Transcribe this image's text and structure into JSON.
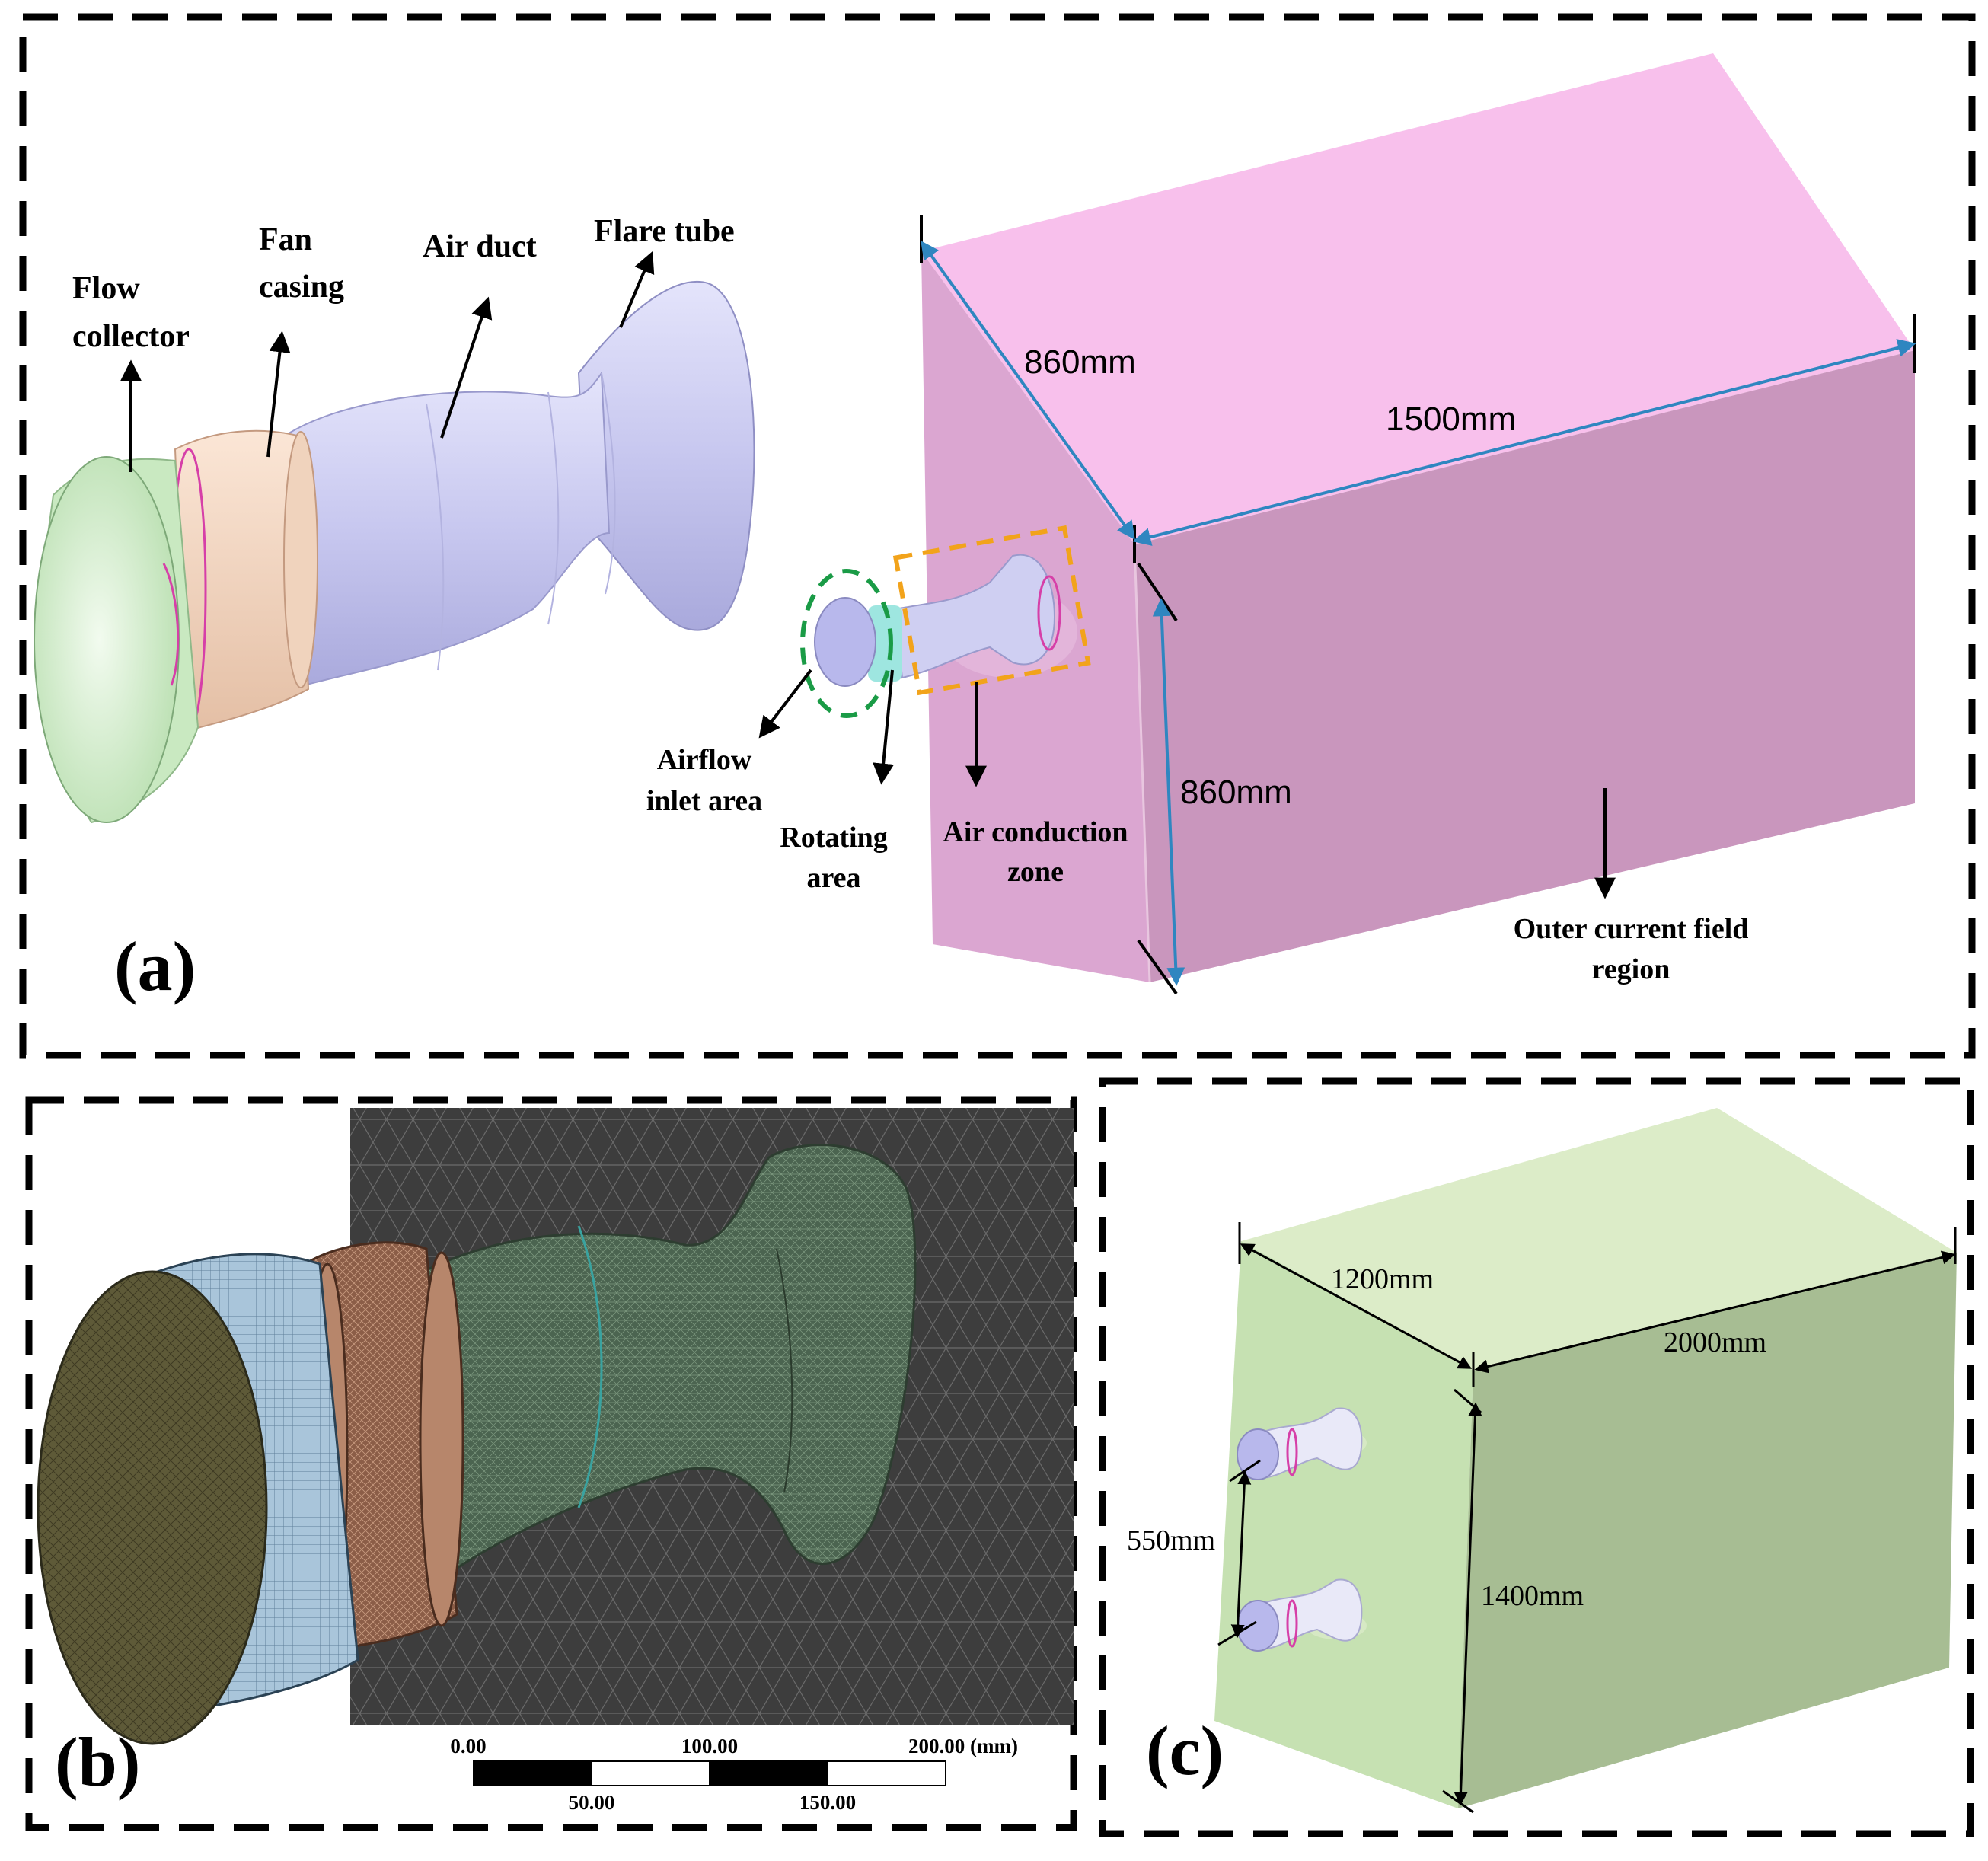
{
  "panel_a": {
    "label": "(a)",
    "labels": {
      "flow_collector_l1": "Flow",
      "flow_collector_l2": "collector",
      "fan_casing_l1": "Fan",
      "fan_casing_l2": "casing",
      "air_duct": "Air duct",
      "flare_tube": "Flare tube",
      "airflow_inlet_l1": "Airflow",
      "airflow_inlet_l2": "inlet area",
      "rotating_l1": "Rotating",
      "rotating_l2": "area",
      "air_conduction_l1": "Air conduction",
      "air_conduction_l2": "zone",
      "outer_field_l1": "Outer current field",
      "outer_field_l2": "region"
    },
    "dims": {
      "depth": "860mm",
      "length": "1500mm",
      "height": "860mm"
    },
    "colors": {
      "box_top": "#f8c0ec",
      "box_front": "#dba6d1",
      "box_side": "#c996bd",
      "collector": "#d6f0cf",
      "casing": "#f3d6c1",
      "duct": "#cfcff2",
      "dimension": "#2f86c0"
    }
  },
  "panel_b": {
    "label": "(b)",
    "scale_bar": {
      "top_labels": [
        "0.00",
        "100.00",
        "200.00 (mm)"
      ],
      "bottom_labels": [
        "50.00",
        "150.00"
      ]
    },
    "colors": {
      "mesh_bg": "#3c3c3c",
      "face": "#5c5a3a",
      "collector_mesh": "#a6c2d8",
      "casing_mesh": "#8a5b45",
      "duct_mesh": "#4d6450"
    }
  },
  "panel_c": {
    "label": "(c)",
    "dims": {
      "depth": "1200mm",
      "length": "2000mm",
      "height": "1400mm",
      "spacing": "550mm"
    },
    "colors": {
      "box_top": "#dcecc8",
      "box_front": "#c6e1b2",
      "box_side": "#a7bd93"
    }
  }
}
